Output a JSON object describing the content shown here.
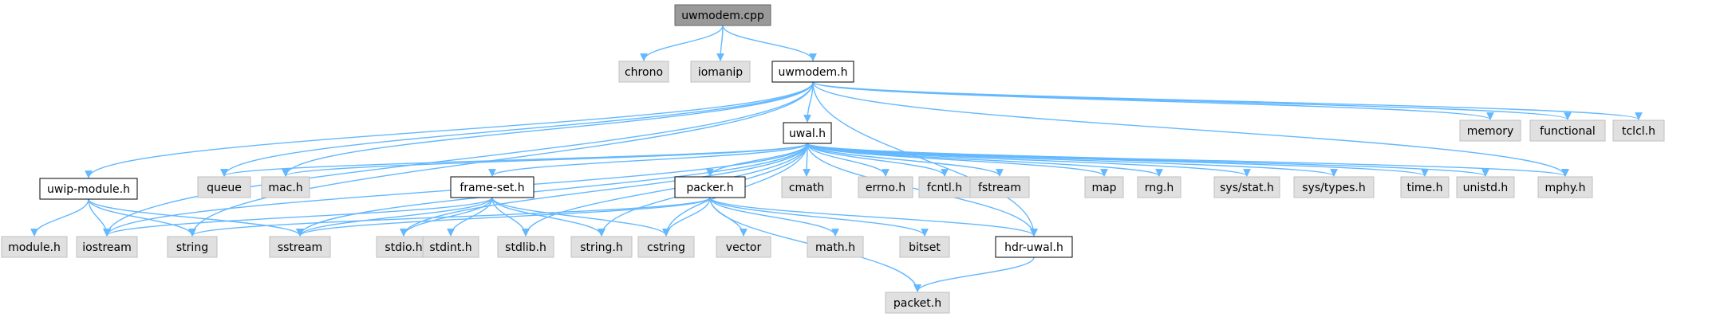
{
  "colors": {
    "root_fill": "#999999",
    "documented_fill": "#ffffff",
    "external_fill": "#e0e0e0",
    "border": "#666666",
    "documented_border": "#000000",
    "edge": "#63b8ff"
  },
  "nodes": {
    "uwmodem_cpp": "uwmodem.cpp",
    "chrono": "chrono",
    "iomanip": "iomanip",
    "uwmodem_h": "uwmodem.h",
    "uwal_h": "uwal.h",
    "memory": "memory",
    "functional": "functional",
    "tclcl_h": "tclcl.h",
    "uwip_module_h": "uwip-module.h",
    "queue": "queue",
    "mac_h": "mac.h",
    "frame_set_h": "frame-set.h",
    "packer_h": "packer.h",
    "cmath": "cmath",
    "errno_h": "errno.h",
    "fcntl_h": "fcntl.h",
    "fstream": "fstream",
    "map": "map",
    "rng_h": "rng.h",
    "sys_stat_h": "sys/stat.h",
    "sys_types_h": "sys/types.h",
    "time_h": "time.h",
    "unistd_h": "unistd.h",
    "mphy_h": "mphy.h",
    "module_h": "module.h",
    "iostream": "iostream",
    "string": "string",
    "sstream": "sstream",
    "stdio_h": "stdio.h",
    "stdint_h": "stdint.h",
    "stdlib_h": "stdlib.h",
    "string_h": "string.h",
    "cstring": "cstring",
    "vector": "vector",
    "math_h": "math.h",
    "bitset": "bitset",
    "hdr_uwal_h": "hdr-uwal.h",
    "packet_h": "packet.h"
  }
}
